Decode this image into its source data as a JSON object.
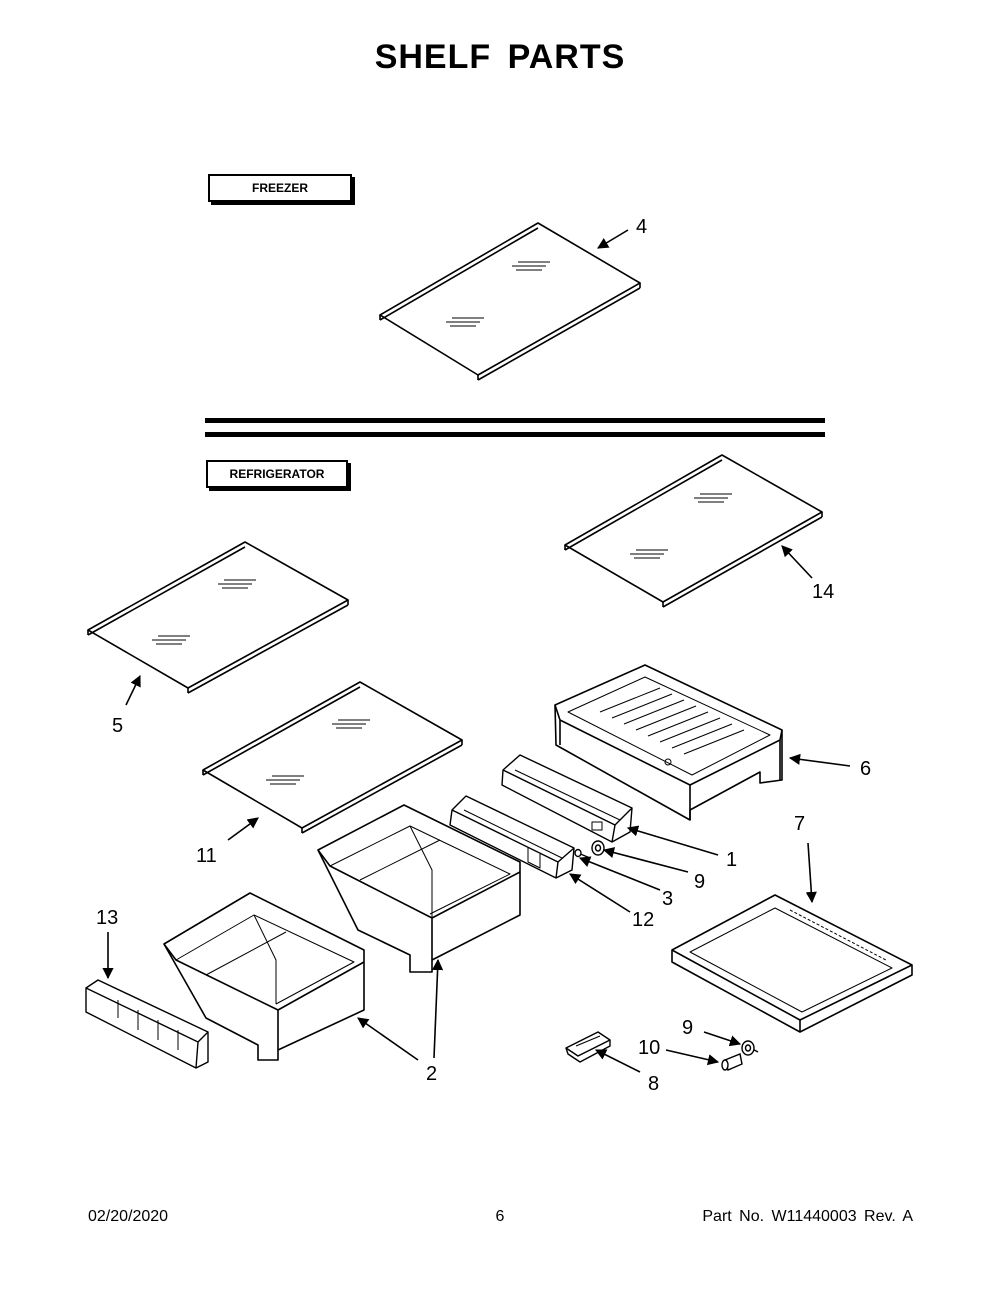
{
  "page": {
    "title": "SHELF  PARTS",
    "freezer_label": "FREEZER",
    "refrigerator_label": "REFRIGERATOR"
  },
  "callouts": {
    "c1": "1",
    "c2": "2",
    "c3": "3",
    "c4": "4",
    "c5": "5",
    "c6": "6",
    "c7": "7",
    "c8": "8",
    "c9a": "9",
    "c9b": "9",
    "c10": "10",
    "c11": "11",
    "c12": "12",
    "c13": "13",
    "c14": "14"
  },
  "footer": {
    "date": "02/20/2020",
    "page_number": "6",
    "part_number": "Part No.  W11440003  Rev.  A"
  }
}
